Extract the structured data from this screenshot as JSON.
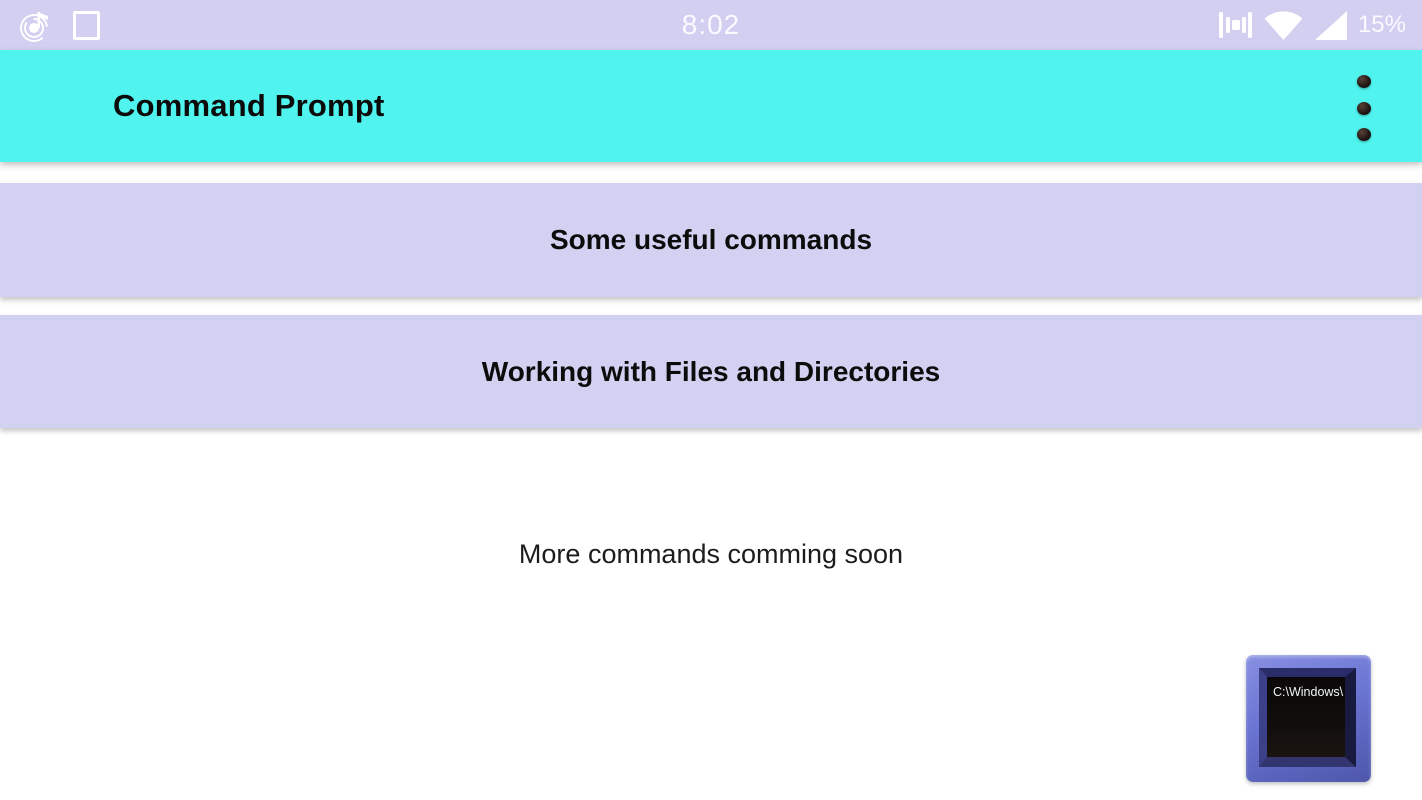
{
  "status_bar": {
    "time": "8:02",
    "battery_percent": "15%",
    "icons": [
      "music-note-icon",
      "screenshot-square-icon",
      "vibrate-icon",
      "wifi-icon",
      "cell-signal-icon"
    ]
  },
  "app_bar": {
    "title": "Command Prompt"
  },
  "menu_buttons": [
    {
      "label": "Some useful commands"
    },
    {
      "label": "Working with Files and Directories"
    }
  ],
  "body": {
    "coming_soon_text": "More commands comming soon"
  },
  "prompt_icon": {
    "screen_text": "C:\\Windows\\"
  },
  "colors": {
    "status_bar_bg": "#d2cff1",
    "app_bar_bg": "#50f3ee",
    "button_bg": "#d3d1f1",
    "page_bg": "#ffffff",
    "icon_frame_blue": "#6a74d2",
    "text": "#0c0c0c",
    "status_icon_white": "#ffffff"
  }
}
